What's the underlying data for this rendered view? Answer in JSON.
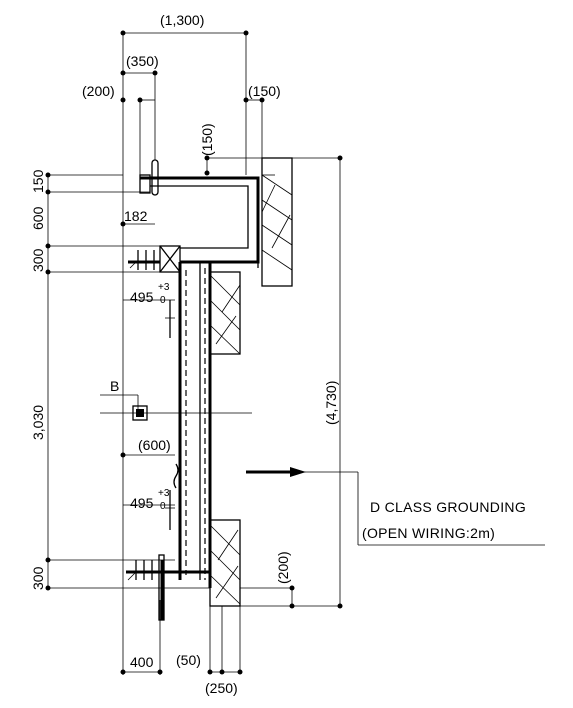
{
  "dimensions": {
    "top_overall": "(1,300)",
    "top_350": "(350)",
    "top_200": "(200)",
    "top_150": "(150)",
    "slab_150": "(150)",
    "left_150": "150",
    "left_600": "600",
    "left_300_top": "300",
    "left_3030": "3,030",
    "left_300_bottom": "300",
    "inner_182": "182",
    "inner_495_a": "495",
    "inner_495_b": "495",
    "tol_plus": "+3",
    "tol_zero": "0",
    "inner_600": "(600)",
    "right_overall": "(4,730)",
    "right_200": "(200)",
    "bottom_400": "400",
    "bottom_50": "(50)",
    "bottom_250": "(250)"
  },
  "labels": {
    "section_mark": "B"
  },
  "callout": {
    "line1": "D CLASS GROUNDING",
    "line2": "(OPEN WIRING:2m)"
  }
}
